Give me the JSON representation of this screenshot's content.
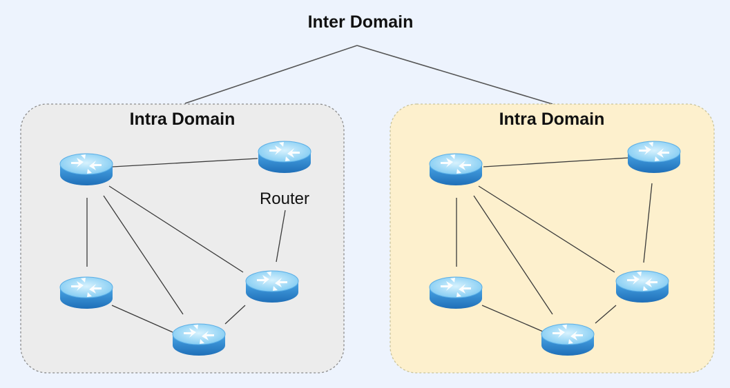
{
  "title": "Inter Domain",
  "domains": [
    {
      "label": "Intra Domain",
      "fill": "#ececec",
      "border": "#8a8a8a",
      "router_label": "Router",
      "router_count": 5
    },
    {
      "label": "Intra Domain",
      "fill": "#fdf0cd",
      "border": "#c9c39a",
      "router_count": 5
    }
  ],
  "colors": {
    "background": "#edf3fd",
    "router_top": "#aee3fb",
    "router_side": "#3c96d8",
    "link": "#3a3a3a"
  },
  "icon": "router-icon"
}
